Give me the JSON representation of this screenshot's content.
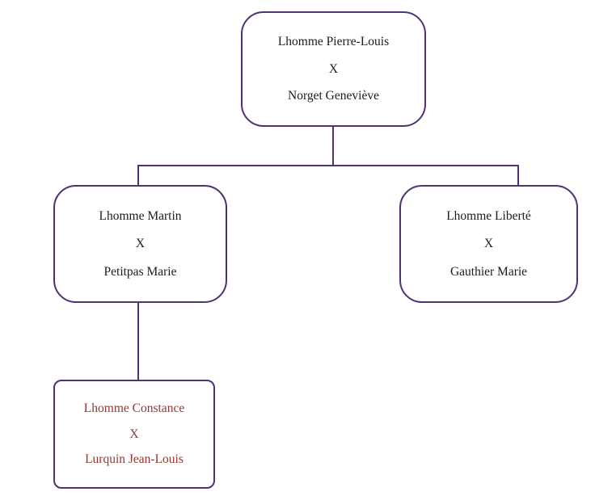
{
  "diagram": {
    "type": "family-tree",
    "background_color": "#ffffff",
    "border_color": "#4f3274",
    "connector_color": "#4f3274",
    "default_text_color": "#1c1c1c",
    "accent_text_color": "#943634"
  },
  "nodes": {
    "root": {
      "spouse1": "Lhomme Pierre-Louis",
      "separator": "X",
      "spouse2": "Norget Geneviève"
    },
    "child_left": {
      "spouse1": "Lhomme Martin",
      "separator": "X",
      "spouse2": "Petitpas Marie"
    },
    "child_right": {
      "spouse1": "Lhomme Liberté",
      "separator": "X",
      "spouse2": "Gauthier Marie"
    },
    "grandchild": {
      "spouse1": "Lhomme Constance",
      "separator": "X",
      "spouse2": "Lurquin Jean-Louis"
    }
  }
}
